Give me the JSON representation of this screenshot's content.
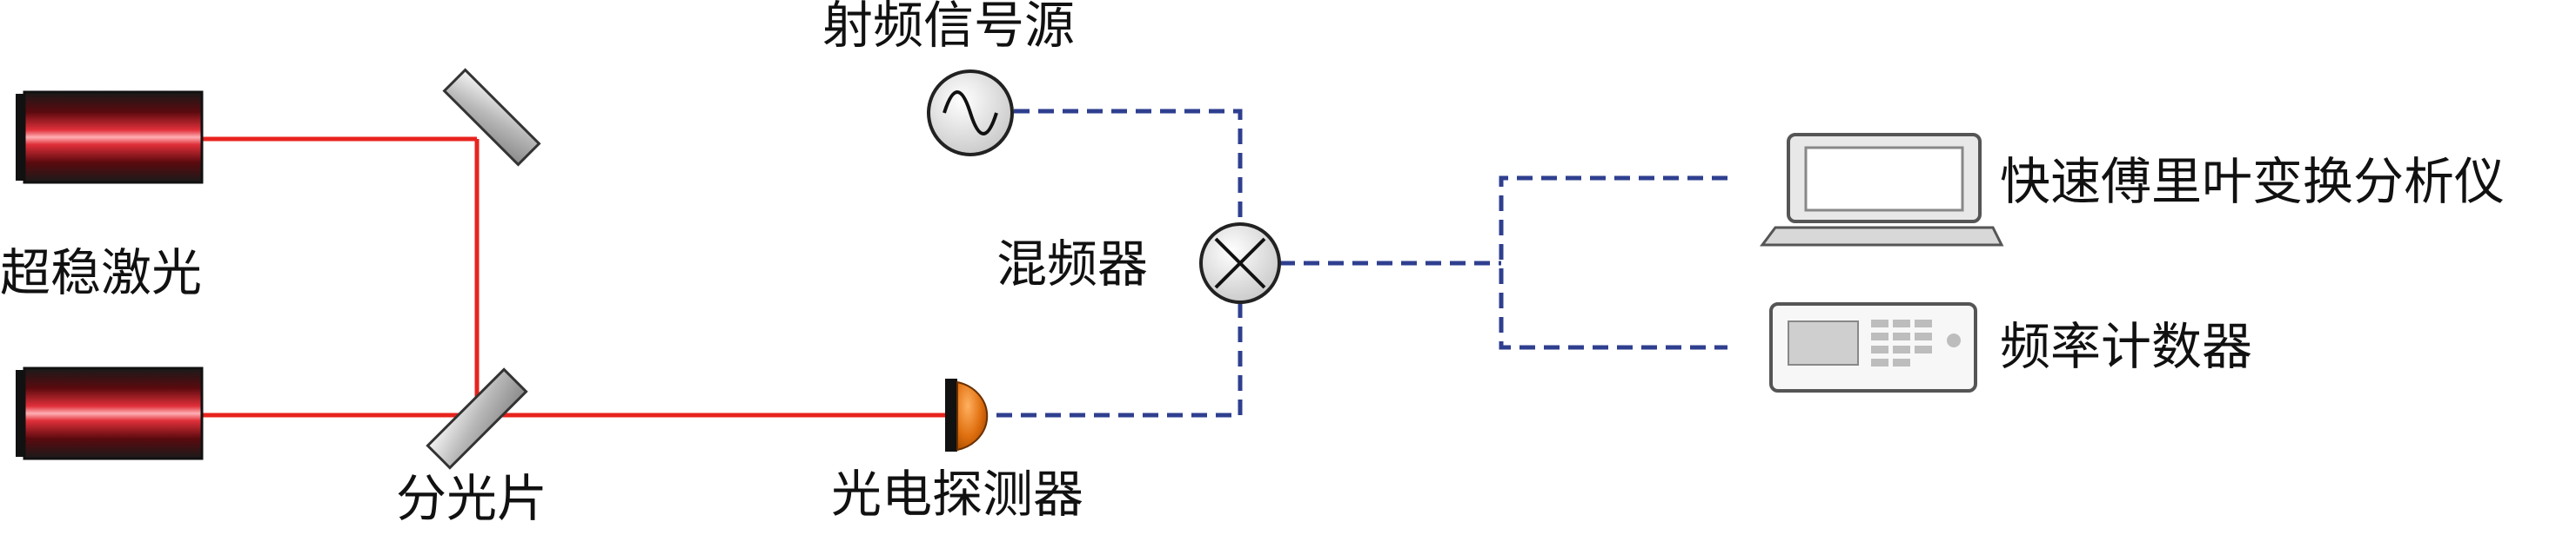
{
  "labels": {
    "laser": "超稳激光",
    "beam_splitter": "分光片",
    "rf_source": "射频信号源",
    "mixer": "混频器",
    "photodetector": "光电探测器",
    "fft_analyzer": "快速傅里叶变换分析仪",
    "frequency_counter": "频率计数器"
  },
  "colors": {
    "laser_beam": "#e8231e",
    "signal_line": "#2f3f8f",
    "laser_body": "#1e1e1e",
    "laser_core": "#c0121b",
    "detector": "#e07a10",
    "instrument_fill": "#f2f2f2",
    "instrument_stroke": "#555555"
  },
  "icons": {
    "rf_source": "sine-wave-icon",
    "mixer": "cross-multiply-icon",
    "fft_analyzer": "laptop-icon",
    "frequency_counter": "counter-panel-icon"
  }
}
